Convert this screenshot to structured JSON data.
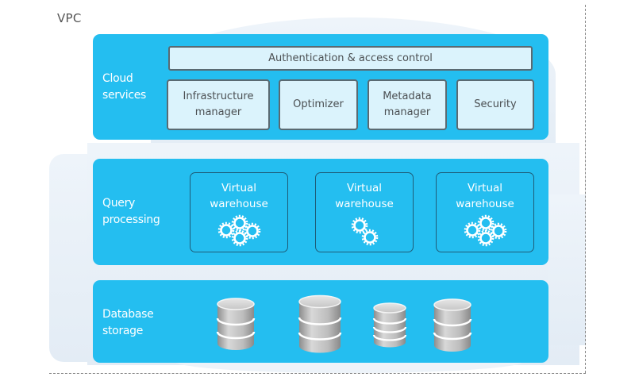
{
  "vpc": {
    "label": "VPC"
  },
  "colors": {
    "layer_fill": "#24bef0",
    "service_box_fill": "#dbf3fc",
    "service_box_border": "#5a6a72",
    "cloud_background": "#e7eff7",
    "database_gray": "#b5b5b5"
  },
  "layers": {
    "cloud_services": {
      "label_line1": "Cloud",
      "label_line2": "services",
      "auth": "Authentication & access control",
      "services": [
        {
          "line1": "Infrastructure",
          "line2": "manager"
        },
        {
          "line1": "Optimizer",
          "line2": ""
        },
        {
          "line1": "Metadata",
          "line2": "manager"
        },
        {
          "line1": "Security",
          "line2": ""
        }
      ]
    },
    "query_processing": {
      "label_line1": "Query",
      "label_line2": "processing",
      "warehouses": [
        {
          "line1": "Virtual",
          "line2": "warehouse",
          "gear_count": 4,
          "icon": "gears-icon"
        },
        {
          "line1": "Virtual",
          "line2": "warehouse",
          "gear_count": 2,
          "icon": "gears-icon"
        },
        {
          "line1": "Virtual",
          "line2": "warehouse",
          "gear_count": 4,
          "icon": "gears-icon"
        }
      ]
    },
    "database_storage": {
      "label_line1": "Database",
      "label_line2": "storage",
      "databases": [
        {
          "icon": "database-icon",
          "size": "medium"
        },
        {
          "icon": "database-icon",
          "size": "large"
        },
        {
          "icon": "database-icon",
          "size": "small"
        },
        {
          "icon": "database-icon",
          "size": "medium"
        }
      ]
    }
  }
}
